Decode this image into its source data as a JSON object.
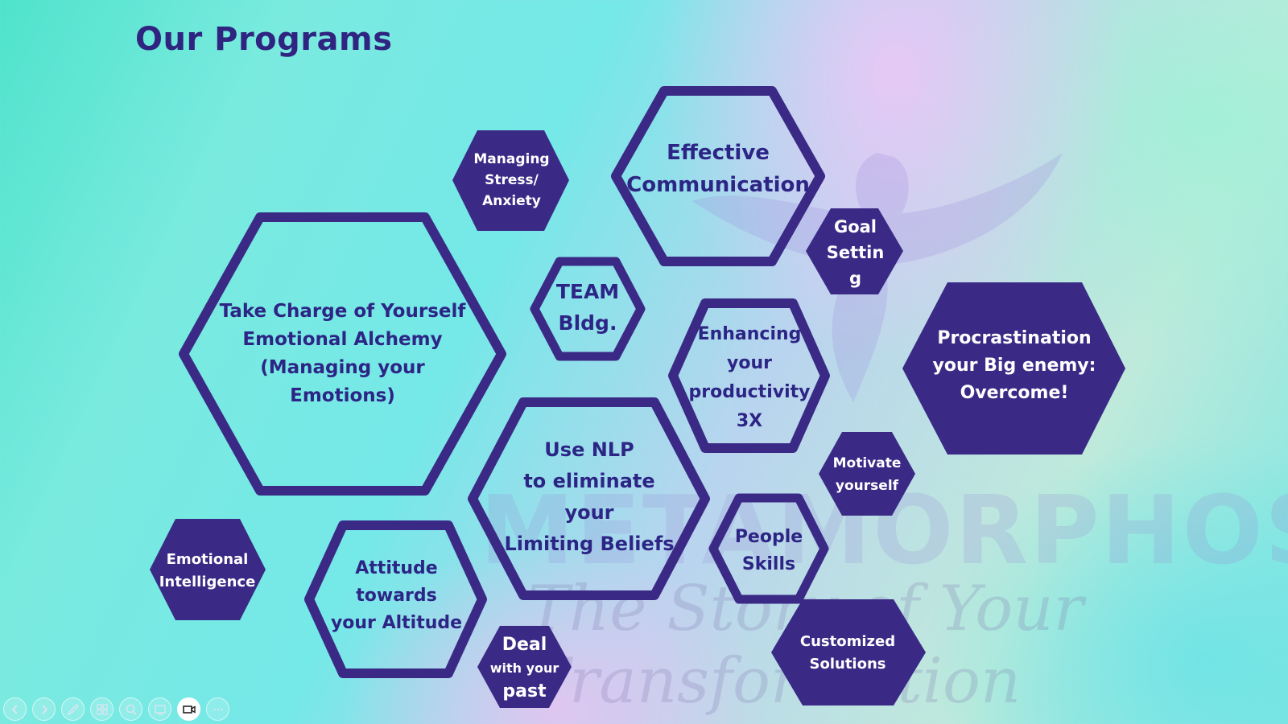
{
  "title": "Our Programs",
  "colors": {
    "navy": "#3a2a86",
    "title": "#2f2580",
    "light_text": "#ffffff",
    "dark_text": "#2d2585"
  },
  "programs": {
    "take_charge": "Take Charge of Yourself\nEmotional Alchemy\n(Managing your\nEmotions)",
    "managing_stress": "Managing\nStress/\nAnxiety",
    "effective_communication": "Effective\nCommunication",
    "goal_setting": "Goal\nSettin\ng",
    "team_bldg": "TEAM\nBldg.",
    "enhancing_productivity": "Enhancing\nyour\nproductivity\n3X",
    "procrastination": "Procrastination\nyour Big enemy:\nOvercome!",
    "use_nlp": "Use NLP\nto eliminate\nyour\nLimiting Beliefs",
    "motivate_yourself": "Motivate\nyourself",
    "people_skills": "People\nSkills",
    "emotional_intelligence": "Emotional\nIntelligence",
    "attitude": "Attitude\ntowards\nyour Altitude",
    "deal_past_1": "Deal",
    "deal_past_2": "with your",
    "deal_past_3": "past",
    "customized": "Customized\nSolutions"
  },
  "watermark": {
    "name": "METAMORPHOSIZ",
    "tagline": "The Story of Your Transformation"
  },
  "toolbar": {
    "icons": [
      "previous-icon",
      "next-icon",
      "pen-icon",
      "slides-grid-icon",
      "zoom-icon",
      "display-icon",
      "video-icon",
      "more-icon"
    ]
  }
}
